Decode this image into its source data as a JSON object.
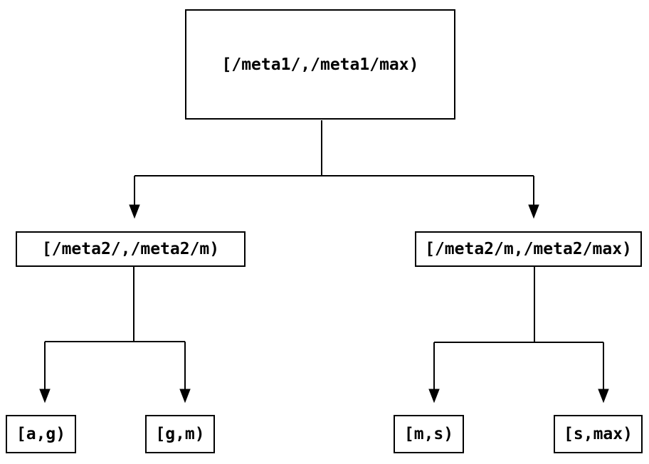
{
  "diagram": {
    "type": "tree",
    "colors": {
      "background": "#ffffff",
      "line": "#000000",
      "text": "#000000"
    },
    "nodes": {
      "root": {
        "label": "[/meta1/,/meta1/max)"
      },
      "meta2_left": {
        "label": "[/meta2/,/meta2/m)"
      },
      "meta2_right": {
        "label": "[/meta2/m,/meta2/max)"
      },
      "leaf_ag": {
        "label": "[a,g)"
      },
      "leaf_gm": {
        "label": "[g,m)"
      },
      "leaf_ms": {
        "label": "[m,s)"
      },
      "leaf_smax": {
        "label": "[s,max)"
      }
    },
    "edges": [
      {
        "from": "root",
        "to": "meta2_left"
      },
      {
        "from": "root",
        "to": "meta2_right"
      },
      {
        "from": "meta2_left",
        "to": "leaf_ag"
      },
      {
        "from": "meta2_left",
        "to": "leaf_gm"
      },
      {
        "from": "meta2_right",
        "to": "leaf_ms"
      },
      {
        "from": "meta2_right",
        "to": "leaf_smax"
      }
    ]
  }
}
